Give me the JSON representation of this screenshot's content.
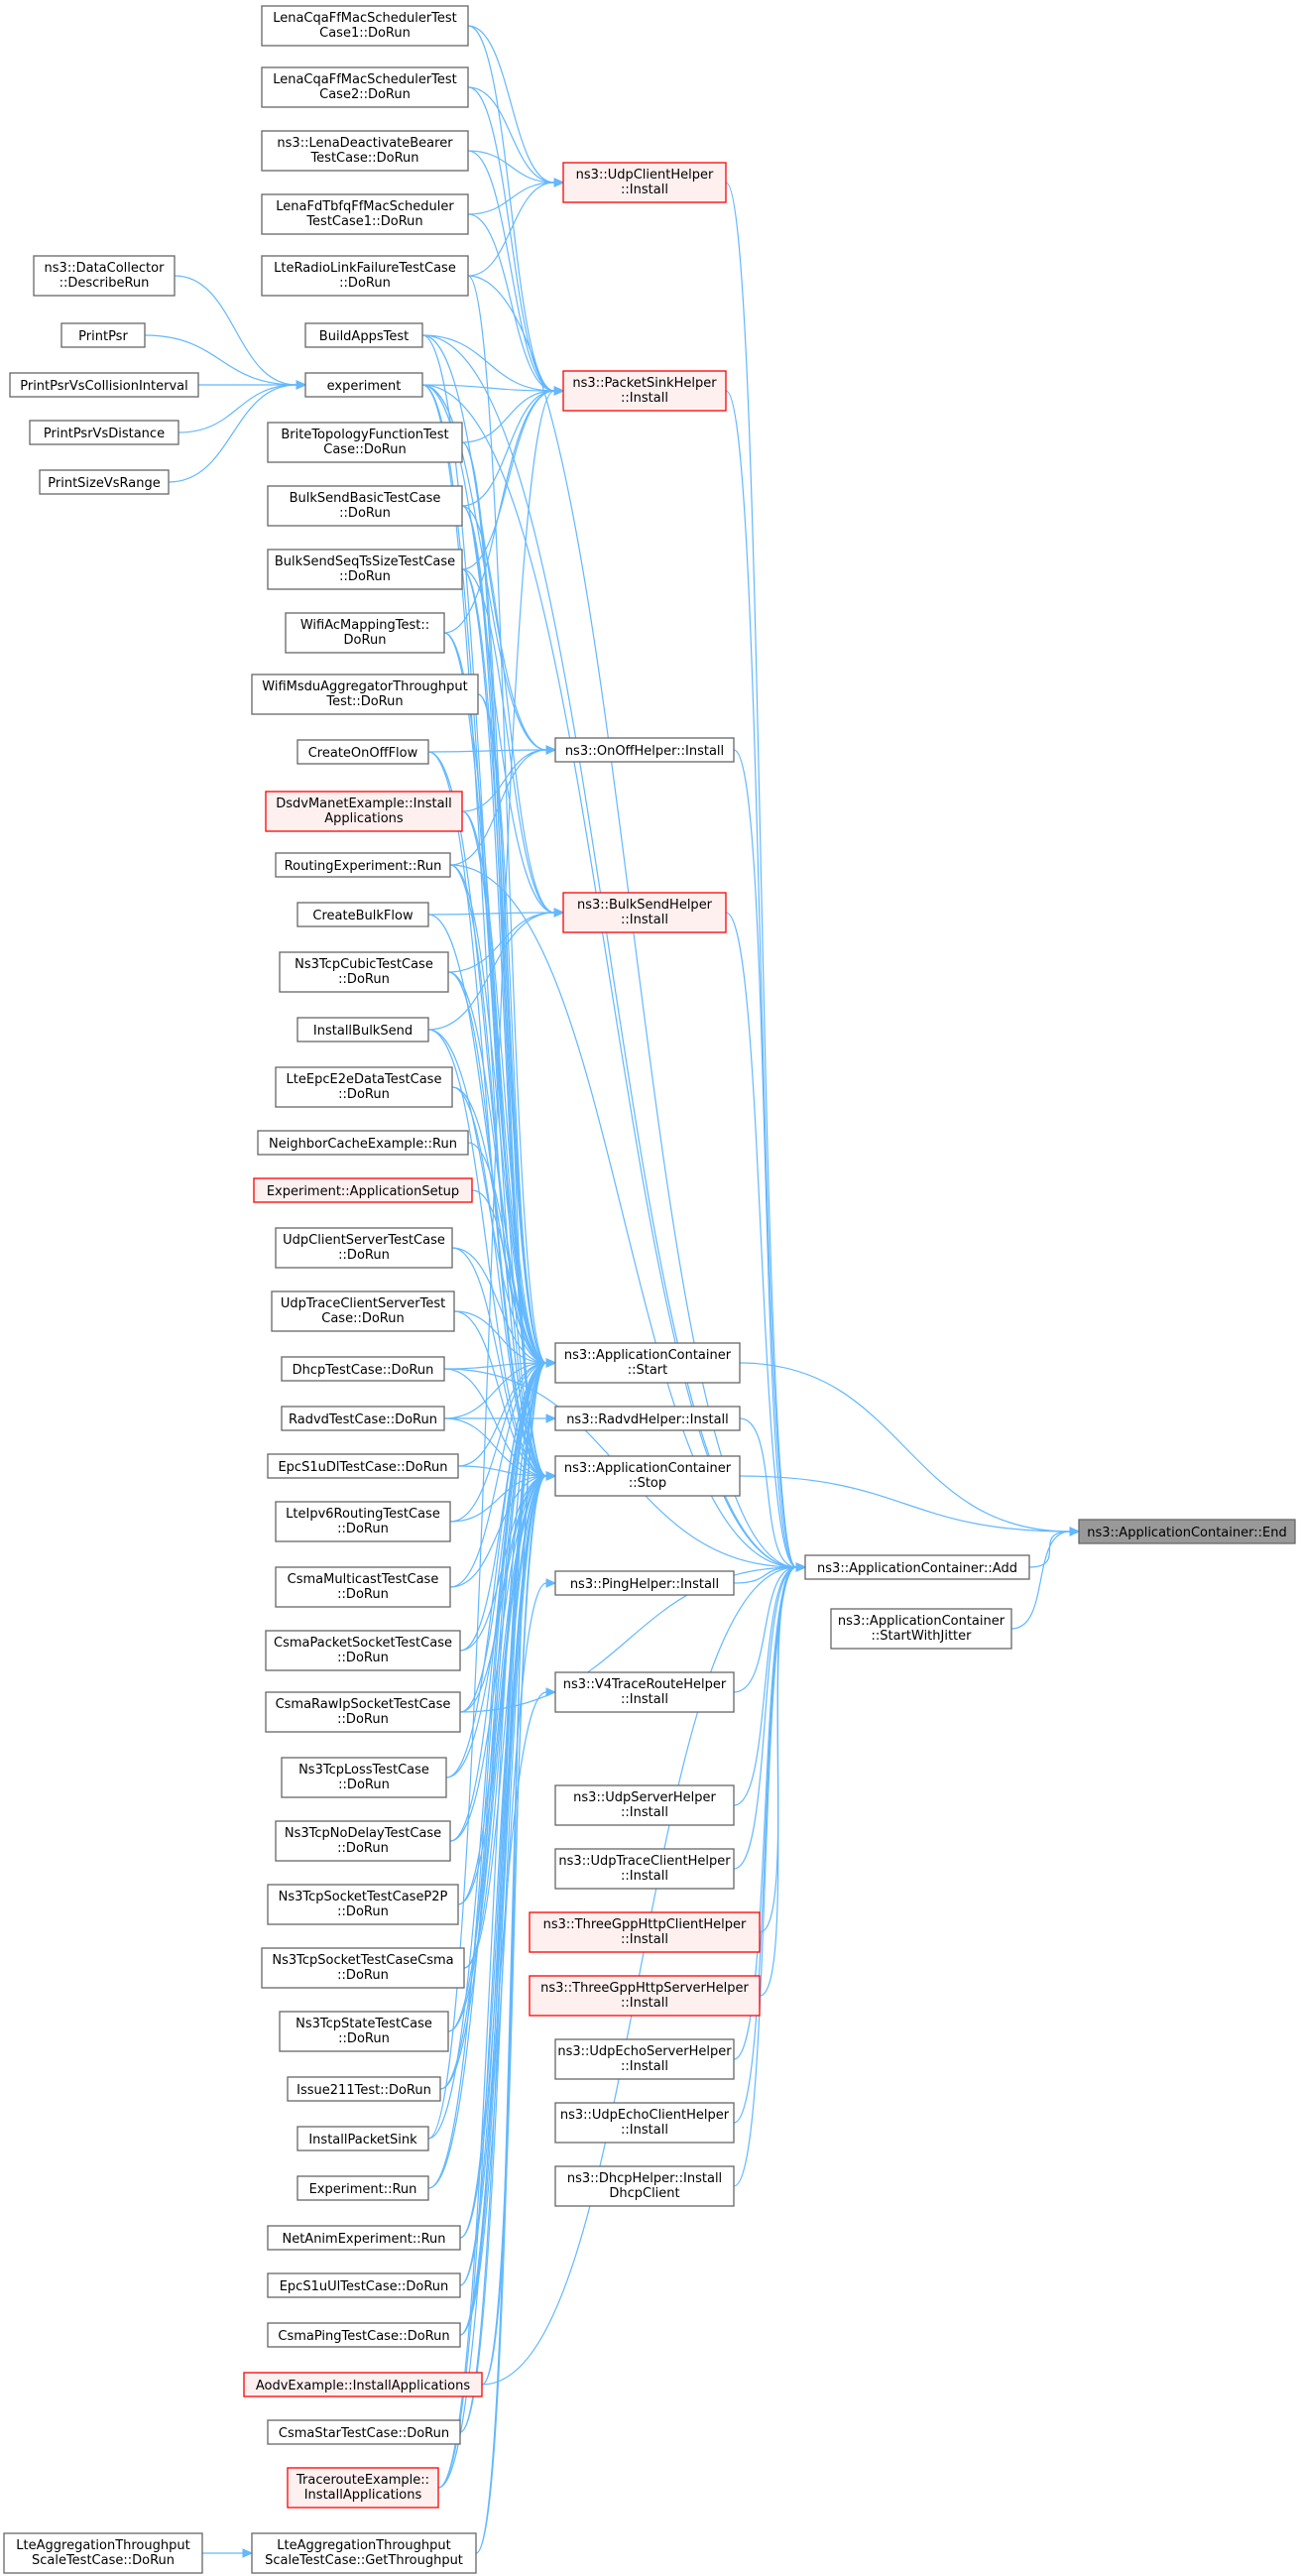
{
  "colors": {
    "edge": "#63b8ff",
    "node_border": "#666666",
    "node_fill": "#ffffff",
    "red_border": "#ff0000",
    "red_fill": "#fff0f0",
    "focus_fill": "#999999"
  },
  "nodes": {
    "focus": [
      "ns3::ApplicationContainer::End"
    ],
    "add": [
      "ns3::ApplicationContainer::Add"
    ],
    "startjitter": [
      "ns3::ApplicationContainer",
      "::StartWithJitter"
    ],
    "start": [
      "ns3::ApplicationContainer",
      "::Start"
    ],
    "radvdhelper": [
      "ns3::RadvdHelper::Install"
    ],
    "stop": [
      "ns3::ApplicationContainer",
      "::Stop"
    ],
    "udpclienthelper": [
      "ns3::UdpClientHelper",
      "::Install"
    ],
    "packetsinkhelper": [
      "ns3::PacketSinkHelper",
      "::Install"
    ],
    "onoffhelper": [
      "ns3::OnOffHelper::Install"
    ],
    "bulksendhelper": [
      "ns3::BulkSendHelper",
      "::Install"
    ],
    "pinghelper": [
      "ns3::PingHelper::Install"
    ],
    "v4traceroute": [
      "ns3::V4TraceRouteHelper",
      "::Install"
    ],
    "udpserverhelper": [
      "ns3::UdpServerHelper",
      "::Install"
    ],
    "udptraceclienthelper": [
      "ns3::UdpTraceClientHelper",
      "::Install"
    ],
    "threegpphttpclient": [
      "ns3::ThreeGppHttpClientHelper",
      "::Install"
    ],
    "threegpphttpserver": [
      "ns3::ThreeGppHttpServerHelper",
      "::Install"
    ],
    "udpechoserver": [
      "ns3::UdpEchoServerHelper",
      "::Install"
    ],
    "udpechoclient": [
      "ns3::UdpEchoClientHelper",
      "::Install"
    ],
    "dhcphelper": [
      "ns3::DhcpHelper::Install",
      "DhcpClient"
    ],
    "lenacqa1": [
      "LenaCqaFfMacSchedulerTest",
      "Case1::DoRun"
    ],
    "lenacqa2": [
      "LenaCqaFfMacSchedulerTest",
      "Case2::DoRun"
    ],
    "lenadeactivate": [
      "ns3::LenaDeactivateBearer",
      "TestCase::DoRun"
    ],
    "lenafdtbfq": [
      "LenaFdTbfqFfMacScheduler",
      "TestCase1::DoRun"
    ],
    "lteradiolink": [
      "LteRadioLinkFailureTestCase",
      "::DoRun"
    ],
    "buildappstest": [
      "BuildAppsTest"
    ],
    "experiment": [
      "experiment"
    ],
    "britetopology": [
      "BriteTopologyFunctionTest",
      "Case::DoRun"
    ],
    "bulksendbasic": [
      "BulkSendBasicTestCase",
      "::DoRun"
    ],
    "bulksendseqts": [
      "BulkSendSeqTsSizeTestCase",
      "::DoRun"
    ],
    "wifiacmapping": [
      "WifiAcMappingTest::",
      "DoRun"
    ],
    "wifimsdu": [
      "WifiMsduAggregatorThroughput",
      "Test::DoRun"
    ],
    "createonoffflow": [
      "CreateOnOffFlow"
    ],
    "dsdvmanet": [
      "DsdvManetExample::Install",
      "Applications"
    ],
    "routingexperiment": [
      "RoutingExperiment::Run"
    ],
    "createbulkflow": [
      "CreateBulkFlow"
    ],
    "ns3tcpcubic": [
      "Ns3TcpCubicTestCase",
      "::DoRun"
    ],
    "installbulksend": [
      "InstallBulkSend"
    ],
    "lteepce2e": [
      "LteEpcE2eDataTestCase",
      "::DoRun"
    ],
    "neighborcache": [
      "NeighborCacheExample::Run"
    ],
    "experimentappsetup": [
      "Experiment::ApplicationSetup"
    ],
    "udpclientserver": [
      "UdpClientServerTestCase",
      "::DoRun"
    ],
    "udptraceclientserver": [
      "UdpTraceClientServerTest",
      "Case::DoRun"
    ],
    "dhcptestcase": [
      "DhcpTestCase::DoRun"
    ],
    "radvdtestcase": [
      "RadvdTestCase::DoRun"
    ],
    "epcs1udl": [
      "EpcS1uDlTestCase::DoRun"
    ],
    "lteipv6routing": [
      "LteIpv6RoutingTestCase",
      "::DoRun"
    ],
    "csmamulticast": [
      "CsmaMulticastTestCase",
      "::DoRun"
    ],
    "csmapacketsocket": [
      "CsmaPacketSocketTestCase",
      "::DoRun"
    ],
    "csmarawip": [
      "CsmaRawIpSocketTestCase",
      "::DoRun"
    ],
    "ns3tcploss": [
      "Ns3TcpLossTestCase",
      "::DoRun"
    ],
    "ns3tcpnodelay": [
      "Ns3TcpNoDelayTestCase",
      "::DoRun"
    ],
    "ns3tcpsocketp2p": [
      "Ns3TcpSocketTestCaseP2P",
      "::DoRun"
    ],
    "ns3tcpsocketcsma": [
      "Ns3TcpSocketTestCaseCsma",
      "::DoRun"
    ],
    "ns3tcpstate": [
      "Ns3TcpStateTestCase",
      "::DoRun"
    ],
    "issue211": [
      "Issue211Test::DoRun"
    ],
    "installpacketsink": [
      "InstallPacketSink"
    ],
    "experimentrun": [
      "Experiment::Run"
    ],
    "netanim": [
      "NetAnimExperiment::Run"
    ],
    "epcs1uul": [
      "EpcS1uUlTestCase::DoRun"
    ],
    "csmaping": [
      "CsmaPingTestCase::DoRun"
    ],
    "aodvexample": [
      "AodvExample::InstallApplications"
    ],
    "csmastar": [
      "CsmaStarTestCase::DoRun"
    ],
    "traceroute": [
      "TracerouteExample::",
      "InstallApplications"
    ],
    "lteaggthroughput": [
      "LteAggregationThroughput",
      "ScaleTestCase::GetThroughput"
    ],
    "lteaggdorun": [
      "LteAggregationThroughput",
      "ScaleTestCase::DoRun"
    ],
    "datacollector": [
      "ns3::DataCollector",
      "::DescribeRun"
    ],
    "printpsr": [
      "PrintPsr"
    ],
    "printpsrcollision": [
      "PrintPsrVsCollisionInterval"
    ],
    "printpsrdistance": [
      "PrintPsrVsDistance"
    ],
    "printsizerange": [
      "PrintSizeVsRange"
    ]
  }
}
